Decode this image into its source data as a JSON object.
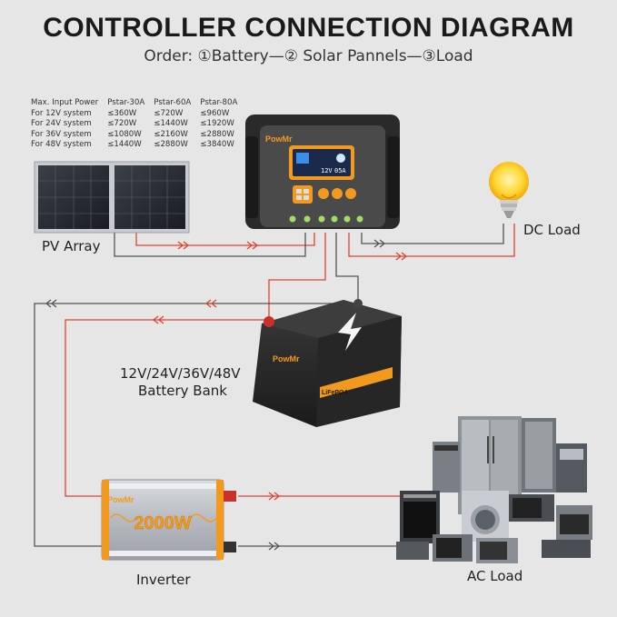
{
  "title": "CONTROLLER CONNECTION DIAGRAM",
  "order": "Order: ①Battery—② Solar Pannels—③Load",
  "spec_table": {
    "headers": [
      "Max. Input Power",
      "Pstar-30A",
      "Pstar-60A",
      "Pstar-80A"
    ],
    "rows": [
      [
        "For 12V system",
        "≤360W",
        "≤720W",
        "≤960W"
      ],
      [
        "For 24V system",
        "≤720W",
        "≤1440W",
        "≤1920W"
      ],
      [
        "For 36V system",
        "≤1080W",
        "≤2160W",
        "≤2880W"
      ],
      [
        "For 48V system",
        "≤1440W",
        "≤2880W",
        "≤3840W"
      ]
    ]
  },
  "labels": {
    "pv_array": "PV Array",
    "dc_load": "DC Load",
    "battery_line1": "12V/24V/36V/48V",
    "battery_line2": "Battery Bank",
    "inverter": "Inverter",
    "ac_load": "AC Load"
  },
  "brand": "PowMr",
  "controller_display": [
    "12V",
    "05A"
  ],
  "battery_badge": "LiFePO4",
  "inverter_rating": "2000W",
  "colors": {
    "wire_red": "#e2432f",
    "wire_dark": "#555555",
    "orange": "#f39a1e"
  }
}
